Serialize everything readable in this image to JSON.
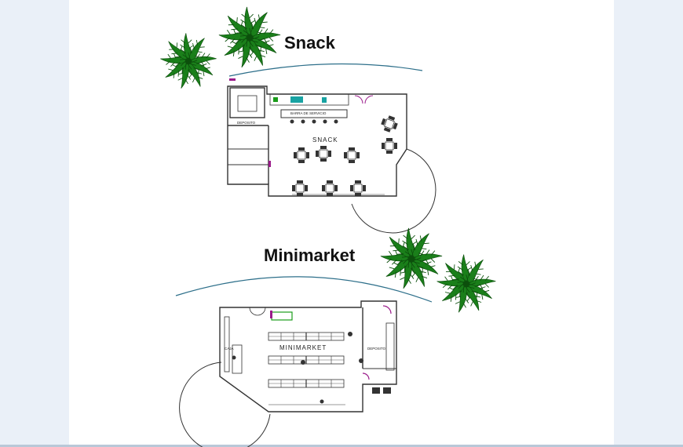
{
  "snack": {
    "title": "Snack",
    "room_label": "SNACK",
    "bar_label": "BARRA DE SERVICIO",
    "storage_label": "DEPOSITO"
  },
  "minimarket": {
    "title": "Minimarket",
    "room_label": "MINIMARKET",
    "storage_label": "DEPOSITO",
    "cashier_label": "CAJA"
  },
  "colors": {
    "palm": "#1a7f1a",
    "site_line": "#2d6f8a",
    "walls": "#333333",
    "door_accent": "#9a1a8a",
    "equipment": "#19a3a3"
  },
  "icons": [
    "palm-tree-icon"
  ]
}
